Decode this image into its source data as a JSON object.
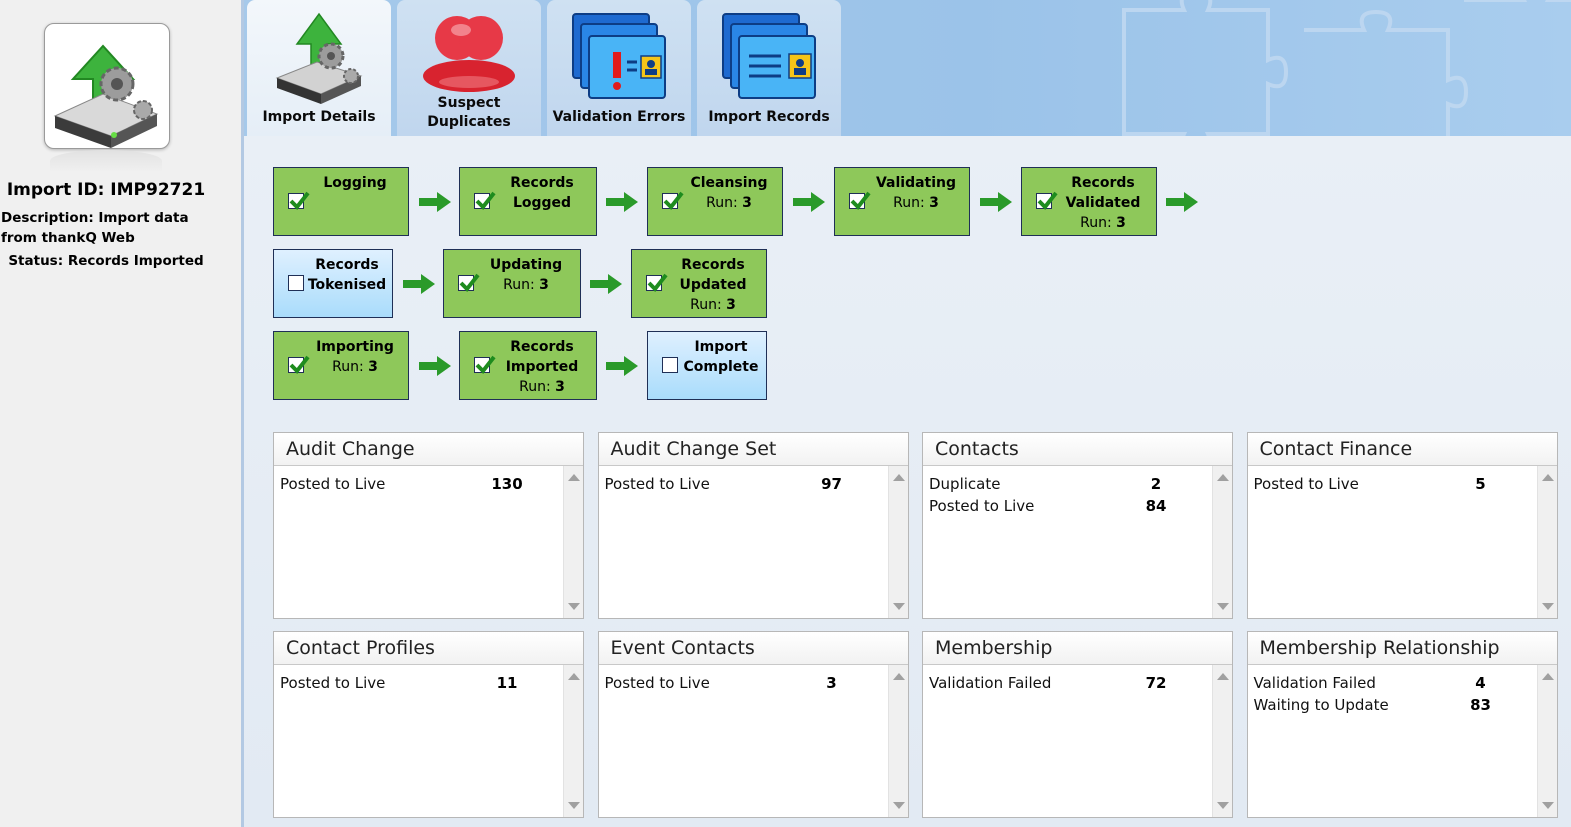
{
  "sidebar": {
    "import_id": "Import ID: IMP92721",
    "description": "Description: Import data from thankQ Web",
    "status": "Status: Records Imported"
  },
  "tabs": [
    {
      "label_line1": "Import Details",
      "label_line2": "",
      "icon": "import-server-icon",
      "active": true
    },
    {
      "label_line1": "Suspect",
      "label_line2": "Duplicates",
      "icon": "duplicate-people-icon",
      "active": false
    },
    {
      "label_line1": "Validation Errors",
      "label_line2": "",
      "icon": "validation-error-folder-icon",
      "active": false
    },
    {
      "label_line1": "Import Records",
      "label_line2": "",
      "icon": "records-folder-icon",
      "active": false
    }
  ],
  "workflow": [
    {
      "title1": "Logging",
      "title2": "",
      "run_label": "",
      "run": "",
      "done": true
    },
    {
      "title1": "Records",
      "title2": "Logged",
      "run_label": "",
      "run": "",
      "done": true
    },
    {
      "title1": "Cleansing",
      "title2": "",
      "run_label": "Run: ",
      "run": "3",
      "done": true
    },
    {
      "title1": "Validating",
      "title2": "",
      "run_label": "Run: ",
      "run": "3",
      "done": true
    },
    {
      "title1": "Records",
      "title2": "Validated",
      "run_label": "Run: ",
      "run": "3",
      "done": true
    },
    {
      "title1": "Records",
      "title2": "Tokenised",
      "run_label": "",
      "run": "",
      "done": false
    },
    {
      "title1": "Updating",
      "title2": "",
      "run_label": "Run: ",
      "run": "3",
      "done": true
    },
    {
      "title1": "Records",
      "title2": "Updated",
      "run_label": "Run: ",
      "run": "3",
      "done": true
    },
    {
      "title1": "Importing",
      "title2": "",
      "run_label": "Run: ",
      "run": "3",
      "done": true
    },
    {
      "title1": "Records",
      "title2": "Imported",
      "run_label": "Run: ",
      "run": "3",
      "done": true
    },
    {
      "title1": "Import",
      "title2": "Complete",
      "run_label": "",
      "run": "",
      "done": false
    }
  ],
  "panels": [
    {
      "title": "Audit Change",
      "rows": [
        {
          "label": "Posted to Live",
          "value": "130"
        }
      ]
    },
    {
      "title": "Audit Change Set",
      "rows": [
        {
          "label": "Posted to Live",
          "value": "97"
        }
      ]
    },
    {
      "title": "Contacts",
      "rows": [
        {
          "label": "Duplicate",
          "value": "2"
        },
        {
          "label": "Posted to Live",
          "value": "84"
        }
      ]
    },
    {
      "title": "Contact Finance",
      "rows": [
        {
          "label": "Posted to Live",
          "value": "5"
        }
      ]
    },
    {
      "title": "Contact Profiles",
      "rows": [
        {
          "label": "Posted to Live",
          "value": "11"
        }
      ]
    },
    {
      "title": "Event Contacts",
      "rows": [
        {
          "label": "Posted to Live",
          "value": "3"
        }
      ]
    },
    {
      "title": "Membership",
      "rows": [
        {
          "label": "Validation Failed",
          "value": "72"
        }
      ]
    },
    {
      "title": "Membership Relationship",
      "rows": [
        {
          "label": "Validation Failed",
          "value": "4"
        },
        {
          "label": "Waiting to Update",
          "value": "83"
        }
      ]
    }
  ],
  "colors": {
    "step_done": "#8ec85a",
    "step_pending": "#a9dcfb",
    "arrow": "#2a9a2a",
    "check": "#1e8c1e",
    "banner": "#9bc3e9"
  }
}
